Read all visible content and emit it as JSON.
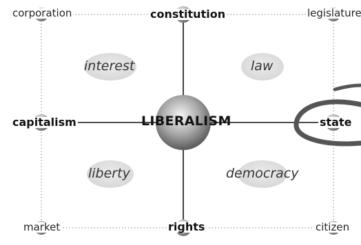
{
  "center": {
    "label": "LIBERALISM"
  },
  "nodes": {
    "corporation": "corporation",
    "constitution": "constitution",
    "legislature": "legislature",
    "capitalism": "capitalism",
    "state": "state",
    "market": "market",
    "rights": "rights",
    "citizen": "citizen"
  },
  "concepts": {
    "interest": "interest",
    "law": "law",
    "liberty": "liberty",
    "democracy": "democracy"
  },
  "colors": {
    "sphere_light": "#f2f2f2",
    "sphere_dark": "#5a5a5a",
    "ellipse_fill": "#e2e2e2",
    "line": "#111111",
    "dotted": "#9a9a9a",
    "swoosh": "#555555"
  }
}
